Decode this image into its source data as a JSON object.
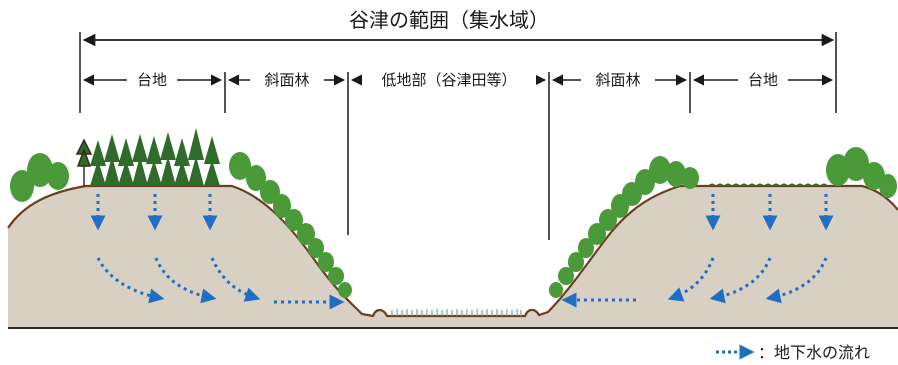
{
  "title": "谷津の範囲（集水域）",
  "zones": {
    "left_upland": "台地",
    "left_slope": "斜面林",
    "lowland": "低地部（谷津田等）",
    "right_slope": "斜面林",
    "right_upland": "台地"
  },
  "legend": {
    "arrow_label": "：地下水の流れ"
  },
  "colors": {
    "ground_fill": "#d8d0c3",
    "ground_outline": "#6b3f22",
    "groundwater_arrow": "#1e6fc4",
    "tree_green": "#4a9a3a",
    "conifer_green": "#2f6b2a",
    "rice_paddy": "#6aa9a0"
  },
  "icons": {
    "legend_arrow": "dotted-arrow-icon",
    "conifer": "conifer-tree-icon",
    "broadleaf": "broadleaf-tree-icon"
  }
}
